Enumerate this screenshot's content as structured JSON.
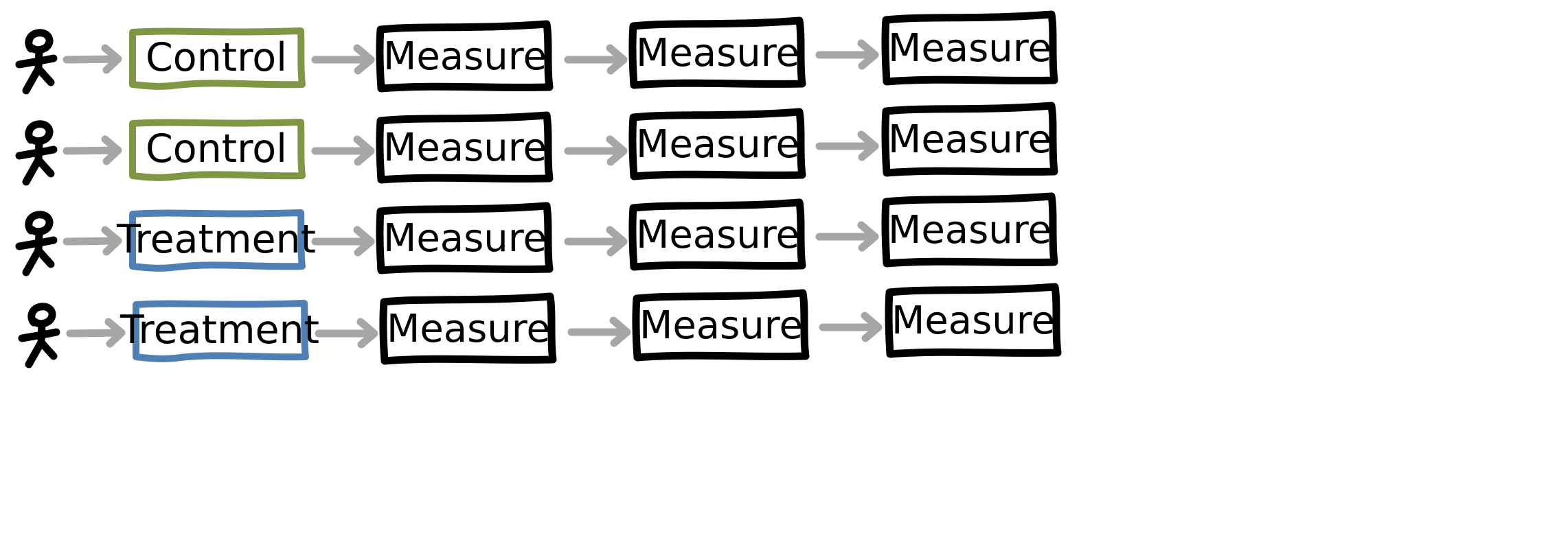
{
  "colors": {
    "control": "#7f9645",
    "treatment": "#4f7fb4",
    "measure": "#000000",
    "arrow": "#a6a6a6",
    "person": "#000000"
  },
  "icons": {
    "person": "stick-figure-person-icon",
    "arrow": "right-arrow-icon"
  },
  "rows": [
    {
      "group": "control",
      "condition_label": "Control",
      "measures": [
        "Measure",
        "Measure",
        "Measure"
      ]
    },
    {
      "group": "control",
      "condition_label": "Control",
      "measures": [
        "Measure",
        "Measure",
        "Measure"
      ]
    },
    {
      "group": "treatment",
      "condition_label": "Treatment",
      "measures": [
        "Measure",
        "Measure",
        "Measure"
      ]
    },
    {
      "group": "treatment",
      "condition_label": "Treatment",
      "measures": [
        "Measure",
        "Measure",
        "Measure"
      ]
    }
  ]
}
